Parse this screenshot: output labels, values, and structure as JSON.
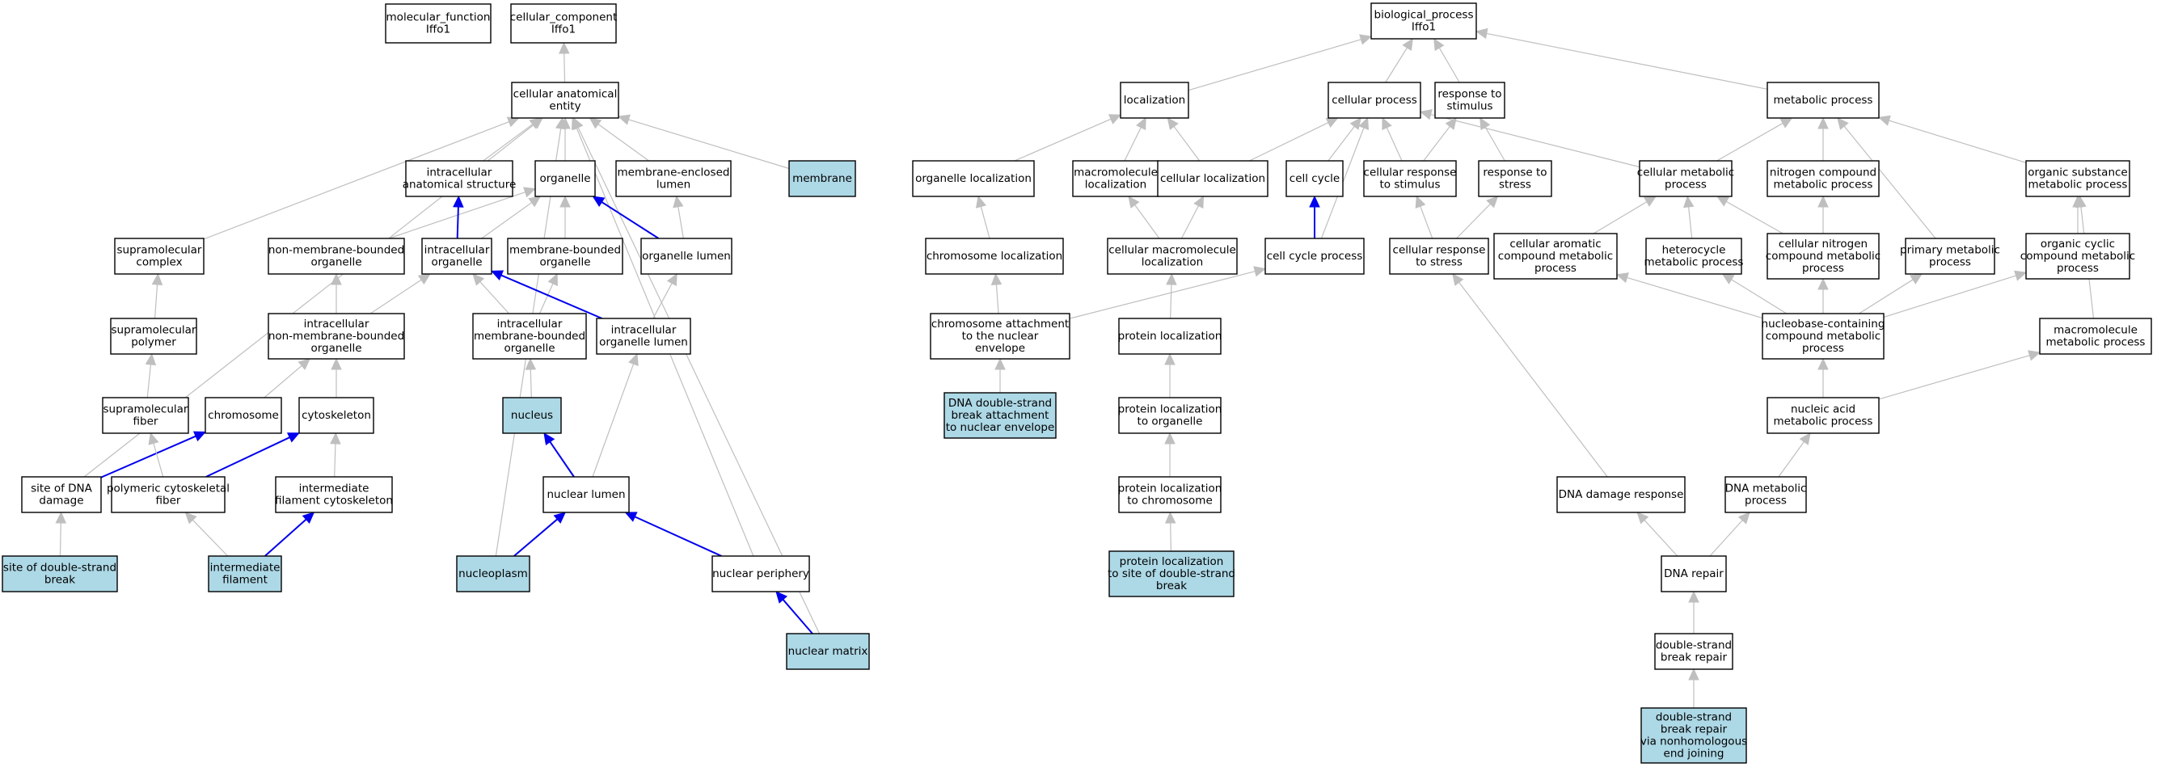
{
  "colors": {
    "default_fill": "#ffffff",
    "highlight_fill": "#add8e6",
    "edge_gray": "#bfbfbf",
    "edge_blue": "#0000ee",
    "border": "#000000"
  },
  "nodes": [
    {
      "id": "mf_root",
      "lines": [
        "molecular_function",
        "Iffo1"
      ]
    },
    {
      "id": "cc_root",
      "lines": [
        "cellular_component",
        "Iffo1"
      ]
    },
    {
      "id": "cae",
      "lines": [
        "cellular anatomical",
        "entity"
      ]
    },
    {
      "id": "ias",
      "lines": [
        "intracellular",
        "anatomical structure"
      ]
    },
    {
      "id": "organelle",
      "lines": [
        "organelle"
      ]
    },
    {
      "id": "mel",
      "lines": [
        "membrane-enclosed",
        "lumen"
      ]
    },
    {
      "id": "membrane",
      "lines": [
        "membrane"
      ],
      "highlight": true
    },
    {
      "id": "smc",
      "lines": [
        "supramolecular",
        "complex"
      ]
    },
    {
      "id": "nmbo",
      "lines": [
        "non-membrane-bounded",
        "organelle"
      ]
    },
    {
      "id": "io",
      "lines": [
        "intracellular",
        "organelle"
      ]
    },
    {
      "id": "mbo",
      "lines": [
        "membrane-bounded",
        "organelle"
      ]
    },
    {
      "id": "ol",
      "lines": [
        "organelle lumen"
      ]
    },
    {
      "id": "smp",
      "lines": [
        "supramolecular",
        "polymer"
      ]
    },
    {
      "id": "inmbo",
      "lines": [
        "intracellular",
        "non-membrane-bounded",
        "organelle"
      ]
    },
    {
      "id": "imbo",
      "lines": [
        "intracellular",
        "membrane-bounded",
        "organelle"
      ]
    },
    {
      "id": "iol",
      "lines": [
        "intracellular",
        "organelle lumen"
      ]
    },
    {
      "id": "smf",
      "lines": [
        "supramolecular",
        "fiber"
      ]
    },
    {
      "id": "chromosome",
      "lines": [
        "chromosome"
      ]
    },
    {
      "id": "cytoskeleton",
      "lines": [
        "cytoskeleton"
      ]
    },
    {
      "id": "nucleus",
      "lines": [
        "nucleus"
      ],
      "highlight": true
    },
    {
      "id": "sdd",
      "lines": [
        "site of DNA",
        "damage"
      ]
    },
    {
      "id": "pcf",
      "lines": [
        "polymeric cytoskeletal",
        "fiber"
      ]
    },
    {
      "id": "ifc",
      "lines": [
        "intermediate",
        "filament cytoskeleton"
      ]
    },
    {
      "id": "nl",
      "lines": [
        "nuclear lumen"
      ]
    },
    {
      "id": "sdsb",
      "lines": [
        "site of double-strand",
        "break"
      ],
      "highlight": true
    },
    {
      "id": "if",
      "lines": [
        "intermediate",
        "filament"
      ],
      "highlight": true
    },
    {
      "id": "np",
      "lines": [
        "nucleoplasm"
      ],
      "highlight": true
    },
    {
      "id": "nper",
      "lines": [
        "nuclear periphery"
      ]
    },
    {
      "id": "nm",
      "lines": [
        "nuclear matrix"
      ],
      "highlight": true
    },
    {
      "id": "bp_root",
      "lines": [
        "biological_process",
        "Iffo1"
      ]
    },
    {
      "id": "loc",
      "lines": [
        "localization"
      ]
    },
    {
      "id": "cp",
      "lines": [
        "cellular process"
      ]
    },
    {
      "id": "rts",
      "lines": [
        "response to",
        "stimulus"
      ]
    },
    {
      "id": "mp",
      "lines": [
        "metabolic process"
      ]
    },
    {
      "id": "orgloc",
      "lines": [
        "organelle localization"
      ]
    },
    {
      "id": "mml",
      "lines": [
        "macromolecule",
        "localization"
      ]
    },
    {
      "id": "cl",
      "lines": [
        "cellular localization"
      ]
    },
    {
      "id": "cc",
      "lines": [
        "cell cycle"
      ]
    },
    {
      "id": "crs",
      "lines": [
        "cellular response",
        "to stimulus"
      ]
    },
    {
      "id": "rtstress",
      "lines": [
        "response to",
        "stress"
      ]
    },
    {
      "id": "cmp",
      "lines": [
        "cellular metabolic",
        "process"
      ]
    },
    {
      "id": "ncmp",
      "lines": [
        "nitrogen compound",
        "metabolic process"
      ]
    },
    {
      "id": "osmp",
      "lines": [
        "organic substance",
        "metabolic process"
      ]
    },
    {
      "id": "chrloc",
      "lines": [
        "chromosome localization"
      ]
    },
    {
      "id": "cmml",
      "lines": [
        "cellular macromolecule",
        "localization"
      ]
    },
    {
      "id": "ccp",
      "lines": [
        "cell cycle process"
      ]
    },
    {
      "id": "crstress",
      "lines": [
        "cellular response",
        "to stress"
      ]
    },
    {
      "id": "cacmp",
      "lines": [
        "cellular aromatic",
        "compound metabolic",
        "process"
      ]
    },
    {
      "id": "hmp",
      "lines": [
        "heterocycle",
        "metabolic process"
      ]
    },
    {
      "id": "cncmp",
      "lines": [
        "cellular nitrogen",
        "compound metabolic",
        "process"
      ]
    },
    {
      "id": "pmp",
      "lines": [
        "primary metabolic",
        "process"
      ]
    },
    {
      "id": "occmp",
      "lines": [
        "organic cyclic",
        "compound metabolic",
        "process"
      ]
    },
    {
      "id": "catne",
      "lines": [
        "chromosome attachment",
        "to the nuclear",
        "envelope"
      ]
    },
    {
      "id": "ploc",
      "lines": [
        "protein localization"
      ]
    },
    {
      "id": "nccmp",
      "lines": [
        "nucleobase-containing",
        "compound metabolic",
        "process"
      ]
    },
    {
      "id": "mmp",
      "lines": [
        "macromolecule",
        "metabolic process"
      ]
    },
    {
      "id": "dsbane",
      "lines": [
        "DNA double-strand",
        "break attachment",
        "to nuclear envelope"
      ],
      "highlight": true
    },
    {
      "id": "plto",
      "lines": [
        "protein localization",
        "to organelle"
      ]
    },
    {
      "id": "namp",
      "lines": [
        "nucleic acid",
        "metabolic process"
      ]
    },
    {
      "id": "pltc",
      "lines": [
        "protein localization",
        "to chromosome"
      ]
    },
    {
      "id": "ddr",
      "lines": [
        "DNA damage response"
      ]
    },
    {
      "id": "dmp",
      "lines": [
        "DNA metabolic",
        "process"
      ]
    },
    {
      "id": "pltsdsb",
      "lines": [
        "protein localization",
        "to site of double-strand",
        "break"
      ],
      "highlight": true
    },
    {
      "id": "dnarep",
      "lines": [
        "DNA repair"
      ]
    },
    {
      "id": "dsbr",
      "lines": [
        "double-strand",
        "break repair"
      ]
    },
    {
      "id": "dsbrnhej",
      "lines": [
        "double-strand",
        "break repair",
        "via nonhomologous",
        "end joining"
      ],
      "highlight": true
    }
  ],
  "edges": [
    {
      "from": "cae",
      "to": "cc_root"
    },
    {
      "from": "ias",
      "to": "cae"
    },
    {
      "from": "organelle",
      "to": "cae"
    },
    {
      "from": "mel",
      "to": "cae"
    },
    {
      "from": "membrane",
      "to": "cae"
    },
    {
      "from": "smc",
      "to": "cae"
    },
    {
      "from": "sdd",
      "to": "cae"
    },
    {
      "from": "np",
      "to": "cae"
    },
    {
      "from": "nper",
      "to": "cae"
    },
    {
      "from": "nm",
      "to": "cae"
    },
    {
      "from": "nmbo",
      "to": "organelle"
    },
    {
      "from": "io",
      "to": "organelle"
    },
    {
      "from": "mbo",
      "to": "organelle"
    },
    {
      "from": "ol",
      "to": "organelle",
      "blue": true
    },
    {
      "from": "ol",
      "to": "mel"
    },
    {
      "from": "io",
      "to": "ias",
      "blue": true
    },
    {
      "from": "smp",
      "to": "smc"
    },
    {
      "from": "inmbo",
      "to": "nmbo"
    },
    {
      "from": "inmbo",
      "to": "io"
    },
    {
      "from": "imbo",
      "to": "io"
    },
    {
      "from": "imbo",
      "to": "mbo"
    },
    {
      "from": "iol",
      "to": "io",
      "blue": true
    },
    {
      "from": "iol",
      "to": "ol"
    },
    {
      "from": "smf",
      "to": "smp"
    },
    {
      "from": "chromosome",
      "to": "inmbo"
    },
    {
      "from": "cytoskeleton",
      "to": "inmbo"
    },
    {
      "from": "nucleus",
      "to": "imbo"
    },
    {
      "from": "sdd",
      "to": "chromosome",
      "blue": true
    },
    {
      "from": "pcf",
      "to": "smf"
    },
    {
      "from": "pcf",
      "to": "cytoskeleton",
      "blue": true
    },
    {
      "from": "ifc",
      "to": "cytoskeleton"
    },
    {
      "from": "nl",
      "to": "nucleus",
      "blue": true
    },
    {
      "from": "nl",
      "to": "iol"
    },
    {
      "from": "sdsb",
      "to": "sdd"
    },
    {
      "from": "if",
      "to": "pcf"
    },
    {
      "from": "if",
      "to": "ifc",
      "blue": true
    },
    {
      "from": "np",
      "to": "nl",
      "blue": true
    },
    {
      "from": "nper",
      "to": "nl",
      "blue": true
    },
    {
      "from": "nm",
      "to": "nper",
      "blue": true
    },
    {
      "from": "loc",
      "to": "bp_root"
    },
    {
      "from": "cp",
      "to": "bp_root"
    },
    {
      "from": "rts",
      "to": "bp_root"
    },
    {
      "from": "mp",
      "to": "bp_root"
    },
    {
      "from": "orgloc",
      "to": "loc"
    },
    {
      "from": "mml",
      "to": "loc"
    },
    {
      "from": "cl",
      "to": "loc"
    },
    {
      "from": "cl",
      "to": "cp"
    },
    {
      "from": "cc",
      "to": "cp"
    },
    {
      "from": "ccp",
      "to": "cp"
    },
    {
      "from": "crs",
      "to": "cp"
    },
    {
      "from": "crs",
      "to": "rts"
    },
    {
      "from": "rtstress",
      "to": "rts"
    },
    {
      "from": "cmp",
      "to": "cp"
    },
    {
      "from": "cmp",
      "to": "mp"
    },
    {
      "from": "ncmp",
      "to": "mp"
    },
    {
      "from": "pmp",
      "to": "mp"
    },
    {
      "from": "osmp",
      "to": "mp"
    },
    {
      "from": "chrloc",
      "to": "orgloc"
    },
    {
      "from": "cmml",
      "to": "mml"
    },
    {
      "from": "cmml",
      "to": "cl"
    },
    {
      "from": "ccp",
      "to": "cc",
      "blue": true
    },
    {
      "from": "crstress",
      "to": "crs"
    },
    {
      "from": "crstress",
      "to": "rtstress"
    },
    {
      "from": "cacmp",
      "to": "cmp"
    },
    {
      "from": "hmp",
      "to": "cmp"
    },
    {
      "from": "cncmp",
      "to": "cmp"
    },
    {
      "from": "cncmp",
      "to": "ncmp"
    },
    {
      "from": "occmp",
      "to": "osmp"
    },
    {
      "from": "mmp",
      "to": "osmp"
    },
    {
      "from": "catne",
      "to": "chrloc"
    },
    {
      "from": "catne",
      "to": "ccp"
    },
    {
      "from": "ploc",
      "to": "cmml"
    },
    {
      "from": "nccmp",
      "to": "cacmp"
    },
    {
      "from": "nccmp",
      "to": "hmp"
    },
    {
      "from": "nccmp",
      "to": "cncmp"
    },
    {
      "from": "nccmp",
      "to": "pmp"
    },
    {
      "from": "nccmp",
      "to": "occmp"
    },
    {
      "from": "dsbane",
      "to": "catne"
    },
    {
      "from": "plto",
      "to": "ploc"
    },
    {
      "from": "namp",
      "to": "nccmp"
    },
    {
      "from": "namp",
      "to": "mmp"
    },
    {
      "from": "pltc",
      "to": "plto"
    },
    {
      "from": "ddr",
      "to": "crstress"
    },
    {
      "from": "dmp",
      "to": "namp"
    },
    {
      "from": "pltsdsb",
      "to": "pltc"
    },
    {
      "from": "dnarep",
      "to": "ddr"
    },
    {
      "from": "dnarep",
      "to": "dmp"
    },
    {
      "from": "dsbr",
      "to": "dnarep"
    },
    {
      "from": "dsbrnhej",
      "to": "dsbr"
    }
  ]
}
